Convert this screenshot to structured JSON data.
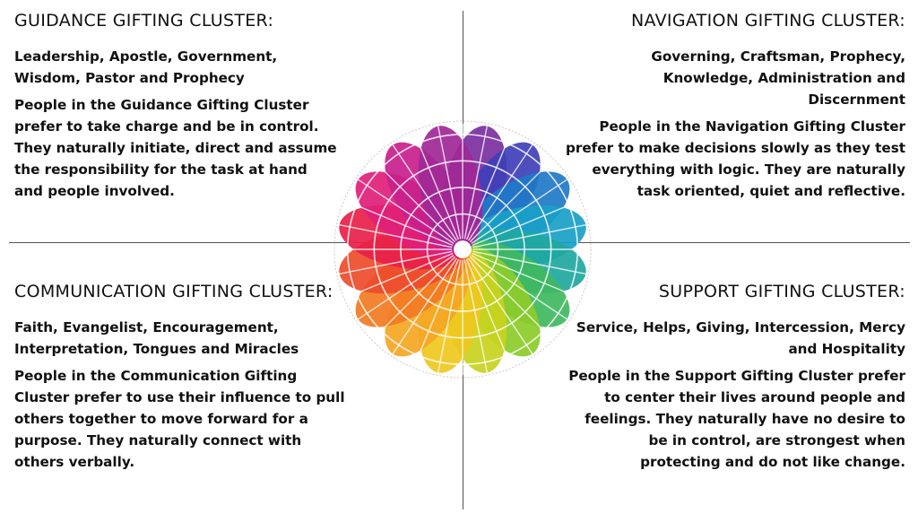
{
  "quadrants": {
    "guidance": {
      "title": "GUIDANCE GIFTING CLUSTER:",
      "gifts": "Leadership, Apostle, Government, Wisdom, Pastor and Prophecy",
      "description": "People in the Guidance Gifting Cluster prefer to take charge and be in control. They naturally initiate, direct and assume the responsibility for the task at hand and people involved."
    },
    "navigation": {
      "title": "NAVIGATION GIFTING CLUSTER:",
      "gifts": "Governing, Craftsman, Prophecy, Knowledge, Administration and Discernment",
      "description": "People in the Navigation Gifting Cluster prefer to make decisions slowly as they test everything with logic. They are naturally task oriented, quiet and reflective."
    },
    "communication": {
      "title": "COMMUNICATION GIFTING CLUSTER:",
      "gifts": "Faith, Evangelist, Encouragement, Interpretation, Tongues and Miracles",
      "description": "People in the Communication Gifting Cluster prefer to use their influence to pull others together to move forward for a purpose. They naturally connect with others verbally."
    },
    "support": {
      "title": "SUPPORT GIFTING CLUSTER:",
      "gifts": "Service, Helps, Giving, Intercession, Mercy and Hospitality",
      "description": "People in the Support Gifting Cluster prefer to center their lives around people and feelings. They naturally have no desire to be in control, are strongest when protecting and do not like change."
    }
  },
  "flower": {
    "petal_colors": [
      "#7b2fa0",
      "#3f3fb8",
      "#1f78c8",
      "#1aa0c8",
      "#20a8a0",
      "#40b860",
      "#8ccc2a",
      "#c8d21e",
      "#f0c820",
      "#f5a623",
      "#f27a22",
      "#ee4b2b",
      "#e8204a",
      "#e0207a",
      "#c8208c",
      "#a02896"
    ]
  }
}
